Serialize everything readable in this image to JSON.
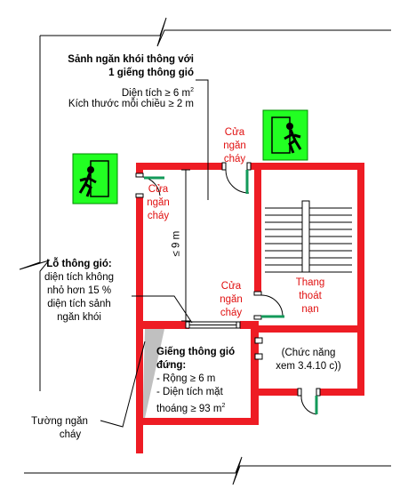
{
  "lobby": {
    "title_line1": "Sảnh ngăn khói thông với",
    "title_line2": "1 giếng thông gió",
    "area_prefix": "Diện tích ≥ 6 m",
    "area_sup": "2",
    "dimension": "Kích thước mỗi chiều ≥ 2 m"
  },
  "fire_doors": {
    "top": [
      "Cửa",
      "ngăn",
      "cháy"
    ],
    "left": [
      "Cửa",
      "ngăn",
      "cháy"
    ],
    "middle": [
      "Cửa",
      "ngăn",
      "cháy"
    ]
  },
  "stair": [
    "Thang",
    "thoát",
    "nạn"
  ],
  "vent_opening": {
    "title": "Lỗ thông gió:",
    "lines": [
      "diện tích không",
      "nhỏ hơn 15 %",
      "diện tích sảnh",
      "ngăn khói"
    ]
  },
  "shaft": {
    "title_line1": "Giếng thông gió",
    "title_line2": "đứng:",
    "width": "- Rộng ≥ 6 m",
    "area_line1": "- Diện tích mặt",
    "area_line2_prefix": "thoáng ≥ 93 m",
    "area_sup": "2"
  },
  "function_note": [
    "(Chức năng",
    "xem 3.4.10 c))"
  ],
  "distance": "≤ 9 m",
  "fire_wall": [
    "Tường ngăn",
    "cháy"
  ],
  "colors": {
    "wall": "#ee1c24",
    "exit_sign": "#22ff22",
    "door": "#139a5a",
    "shaft_fill": "#c0c0c0"
  },
  "icons": [
    "emergency-exit-sign-icon",
    "emergency-exit-sign-icon"
  ]
}
